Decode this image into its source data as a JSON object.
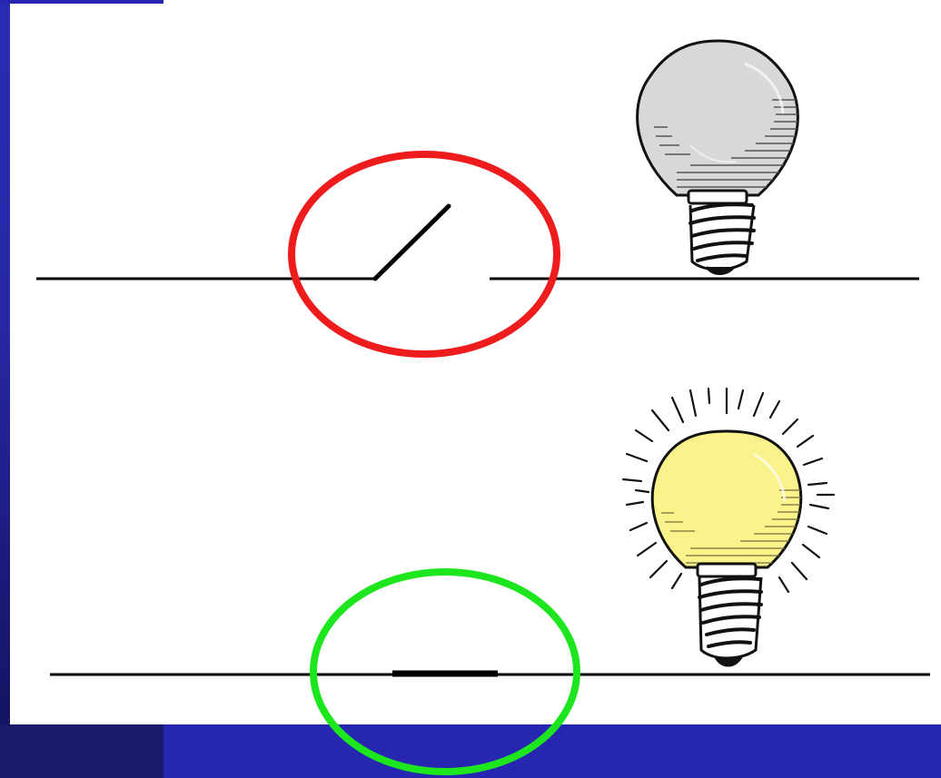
{
  "slide": {
    "background_color": "#ffffff",
    "frame_color": "#2626b0",
    "frame_dark_color": "#1a1a6a"
  },
  "circuits": [
    {
      "switch_state": "open",
      "bulb_state": "off",
      "highlight_color": "#ee1c1c",
      "bulb_color": "#d8d8d8",
      "icons": [
        "open-switch-icon",
        "light-bulb-off-icon"
      ]
    },
    {
      "switch_state": "closed",
      "bulb_state": "on",
      "highlight_color": "#1ee61e",
      "bulb_color": "#faf28a",
      "icons": [
        "closed-switch-icon",
        "light-bulb-on-icon"
      ]
    }
  ]
}
